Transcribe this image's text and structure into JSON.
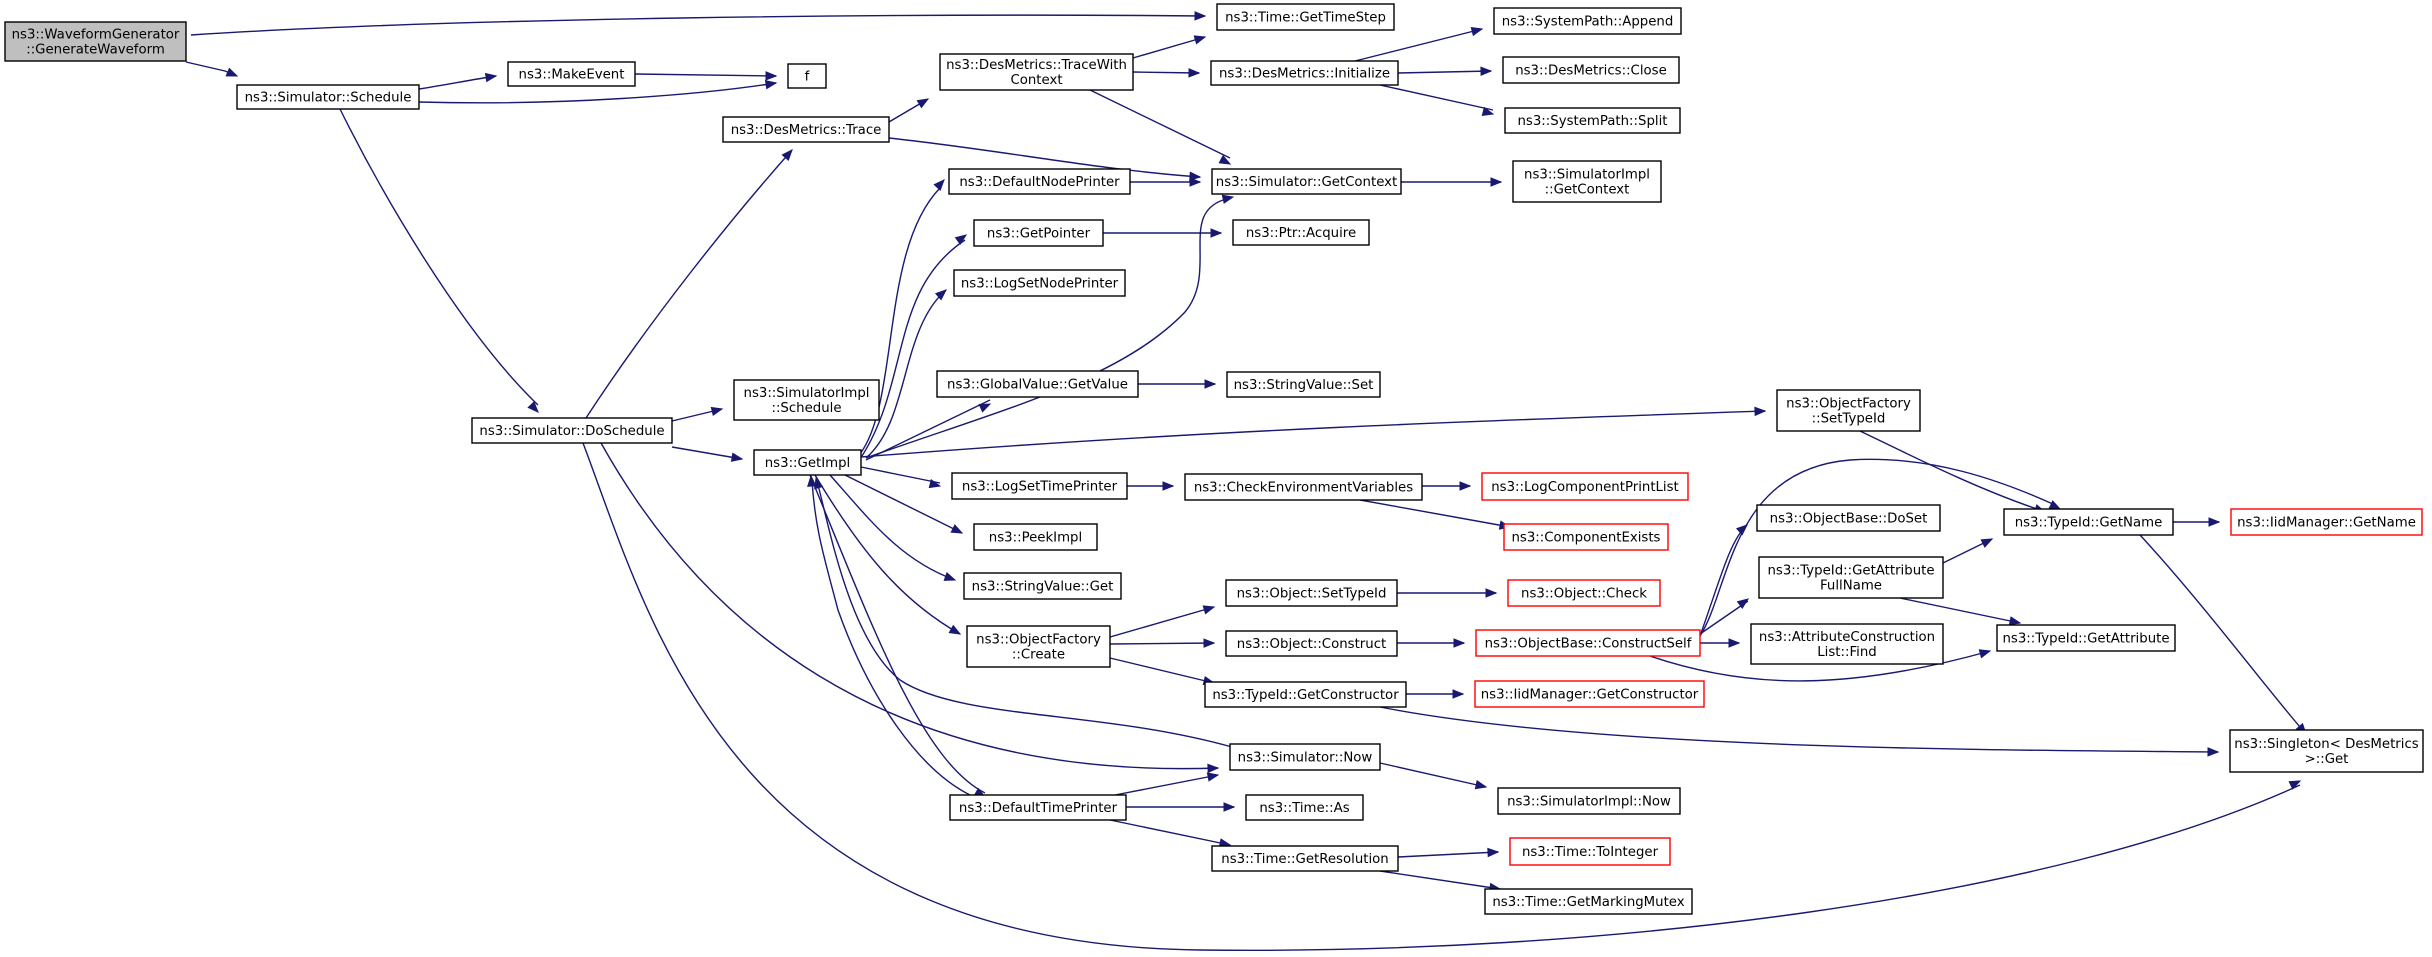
{
  "colors": {
    "edge": "#191970",
    "border_default": "#000000",
    "border_truncated": "#ff0000",
    "fill_focus": "#bfbfbf",
    "fill_default": "#ffffff"
  },
  "nodes": [
    {
      "id": "gen",
      "lines": [
        "ns3::WaveformGenerator",
        "::GenerateWaveform"
      ],
      "kind": "focus"
    },
    {
      "id": "sched",
      "lines": [
        "ns3::Simulator::Schedule"
      ],
      "kind": "normal"
    },
    {
      "id": "makeevent",
      "lines": [
        "ns3::MakeEvent"
      ],
      "kind": "normal"
    },
    {
      "id": "f",
      "lines": [
        "f"
      ],
      "kind": "normal"
    },
    {
      "id": "gettimestep",
      "lines": [
        "ns3::Time::GetTimeStep"
      ],
      "kind": "normal"
    },
    {
      "id": "dosched",
      "lines": [
        "ns3::Simulator::DoSchedule"
      ],
      "kind": "normal"
    },
    {
      "id": "dmtrace",
      "lines": [
        "ns3::DesMetrics::Trace"
      ],
      "kind": "normal"
    },
    {
      "id": "dmtwc",
      "lines": [
        "ns3::DesMetrics::TraceWith",
        "Context"
      ],
      "kind": "normal"
    },
    {
      "id": "dminit",
      "lines": [
        "ns3::DesMetrics::Initialize"
      ],
      "kind": "normal"
    },
    {
      "id": "sysappend",
      "lines": [
        "ns3::SystemPath::Append"
      ],
      "kind": "normal"
    },
    {
      "id": "dmclose",
      "lines": [
        "ns3::DesMetrics::Close"
      ],
      "kind": "normal"
    },
    {
      "id": "syssplit",
      "lines": [
        "ns3::SystemPath::Split"
      ],
      "kind": "normal"
    },
    {
      "id": "simgetctx",
      "lines": [
        "ns3::Simulator::GetContext"
      ],
      "kind": "normal"
    },
    {
      "id": "simimplgetctx",
      "lines": [
        "ns3::SimulatorImpl",
        "::GetContext"
      ],
      "kind": "normal"
    },
    {
      "id": "defnodeprinter",
      "lines": [
        "ns3::DefaultNodePrinter"
      ],
      "kind": "normal"
    },
    {
      "id": "getpointer",
      "lines": [
        "ns3::GetPointer"
      ],
      "kind": "normal"
    },
    {
      "id": "ptracquire",
      "lines": [
        "ns3::Ptr::Acquire"
      ],
      "kind": "normal"
    },
    {
      "id": "logsetnode",
      "lines": [
        "ns3::LogSetNodePrinter"
      ],
      "kind": "normal"
    },
    {
      "id": "gvgetvalue",
      "lines": [
        "ns3::GlobalValue::GetValue"
      ],
      "kind": "normal"
    },
    {
      "id": "svset",
      "lines": [
        "ns3::StringValue::Set"
      ],
      "kind": "normal"
    },
    {
      "id": "simimplsched",
      "lines": [
        "ns3::SimulatorImpl",
        "::Schedule"
      ],
      "kind": "normal"
    },
    {
      "id": "getimpl",
      "lines": [
        "ns3::GetImpl"
      ],
      "kind": "normal"
    },
    {
      "id": "ofsettypeid",
      "lines": [
        "ns3::ObjectFactory",
        "::SetTypeId"
      ],
      "kind": "normal"
    },
    {
      "id": "logsettime",
      "lines": [
        "ns3::LogSetTimePrinter"
      ],
      "kind": "normal"
    },
    {
      "id": "checkenv",
      "lines": [
        "ns3::CheckEnvironmentVariables"
      ],
      "kind": "normal"
    },
    {
      "id": "logcomplist",
      "lines": [
        "ns3::LogComponentPrintList"
      ],
      "kind": "truncated"
    },
    {
      "id": "compexists",
      "lines": [
        "ns3::ComponentExists"
      ],
      "kind": "truncated"
    },
    {
      "id": "peekimpl",
      "lines": [
        "ns3::PeekImpl"
      ],
      "kind": "normal"
    },
    {
      "id": "svget",
      "lines": [
        "ns3::StringValue::Get"
      ],
      "kind": "normal"
    },
    {
      "id": "objbasedoset",
      "lines": [
        "ns3::ObjectBase::DoSet"
      ],
      "kind": "normal"
    },
    {
      "id": "typeidgetname",
      "lines": [
        "ns3::TypeId::GetName"
      ],
      "kind": "normal"
    },
    {
      "id": "iidgetname",
      "lines": [
        "ns3::IidManager::GetName"
      ],
      "kind": "truncated"
    },
    {
      "id": "tidgetattrfull",
      "lines": [
        "ns3::TypeId::GetAttribute",
        "FullName"
      ],
      "kind": "normal"
    },
    {
      "id": "objsettypeid",
      "lines": [
        "ns3::Object::SetTypeId"
      ],
      "kind": "normal"
    },
    {
      "id": "objcheck",
      "lines": [
        "ns3::Object::Check"
      ],
      "kind": "truncated"
    },
    {
      "id": "tidgetattr",
      "lines": [
        "ns3::TypeId::GetAttribute"
      ],
      "kind": "normal"
    },
    {
      "id": "ofcreate",
      "lines": [
        "ns3::ObjectFactory",
        "::Create"
      ],
      "kind": "normal"
    },
    {
      "id": "objconstruct",
      "lines": [
        "ns3::Object::Construct"
      ],
      "kind": "normal"
    },
    {
      "id": "objbaseconstructself",
      "lines": [
        "ns3::ObjectBase::ConstructSelf"
      ],
      "kind": "truncated"
    },
    {
      "id": "attrconstfind",
      "lines": [
        "ns3::AttributeConstruction",
        "List::Find"
      ],
      "kind": "normal"
    },
    {
      "id": "tidgetconstructor",
      "lines": [
        "ns3::TypeId::GetConstructor"
      ],
      "kind": "normal"
    },
    {
      "id": "iidgetconstructor",
      "lines": [
        "ns3::IidManager::GetConstructor"
      ],
      "kind": "truncated"
    },
    {
      "id": "singletonget",
      "lines": [
        "ns3::Singleton< DesMetrics",
        " >::Get"
      ],
      "kind": "normal"
    },
    {
      "id": "simnow",
      "lines": [
        "ns3::Simulator::Now"
      ],
      "kind": "normal"
    },
    {
      "id": "simimplnow",
      "lines": [
        "ns3::SimulatorImpl::Now"
      ],
      "kind": "normal"
    },
    {
      "id": "deftimeprinter",
      "lines": [
        "ns3::DefaultTimePrinter"
      ],
      "kind": "normal"
    },
    {
      "id": "timeas",
      "lines": [
        "ns3::Time::As"
      ],
      "kind": "normal"
    },
    {
      "id": "timegetres",
      "lines": [
        "ns3::Time::GetResolution"
      ],
      "kind": "normal"
    },
    {
      "id": "timetoint",
      "lines": [
        "ns3::Time::ToInteger"
      ],
      "kind": "truncated"
    },
    {
      "id": "timegetmutex",
      "lines": [
        "ns3::Time::GetMarkingMutex"
      ],
      "kind": "normal"
    }
  ]
}
